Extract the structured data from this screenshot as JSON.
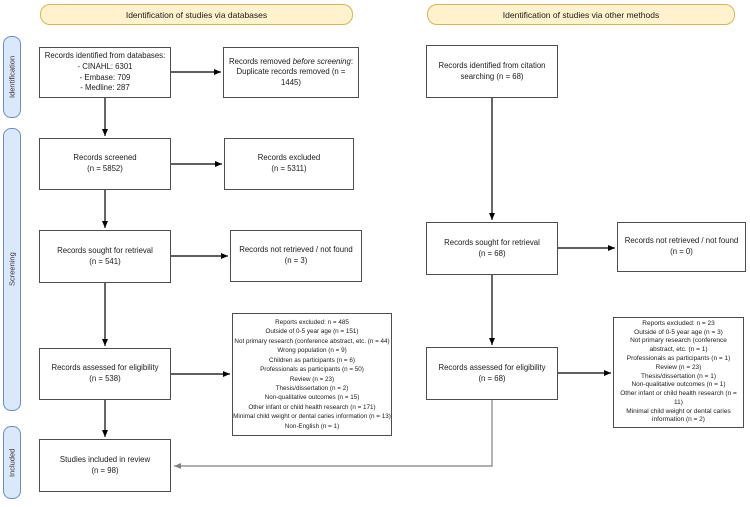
{
  "colors": {
    "header-bg": "#fff2cc",
    "header-border": "#d6b656",
    "sidebar-bg": "#dae8fc",
    "sidebar-border": "#6c8ebf",
    "box-bg": "#ffffff",
    "box-border": "#4d4d4d",
    "arrow-black": "#000000",
    "arrow-gray": "#808080",
    "text": "#1a1a1a"
  },
  "headers": {
    "databases": "Identification of studies via databases",
    "other_methods": "Identification of studies via other methods"
  },
  "sidebar": {
    "identification": "Identification",
    "screening": "Screening",
    "included": "Included"
  },
  "databases_flow": {
    "records_identified": [
      "Records identified from databases:",
      "- CINAHL: 6301",
      "- Embase: 709",
      "- Medline: 287"
    ],
    "records_removed": {
      "prefix": "Records removed ",
      "italic": "before screening",
      "rest": ": Duplicate records removed (n = 1445)"
    },
    "records_screened": [
      "Records screened",
      "(n = 5852)"
    ],
    "records_excluded": [
      "Records excluded",
      "(n = 5311)"
    ],
    "records_sought": [
      "Records sought for retrieval",
      "(n = 541)"
    ],
    "records_not_retrieved": [
      "Records not retrieved / not found",
      "(n = 3)"
    ],
    "records_assessed": [
      "Records assessed for eligibility",
      "(n = 538)"
    ],
    "reports_excluded": [
      "Reports excluded: n = 485",
      "Outside of 0-5 year age (n = 151)",
      "Not primary research (conference abstract, etc. (n = 44)",
      "Wrong population (n = 9)",
      "Children as participants (n = 6)",
      "Professionals as participants (n = 50)",
      "Review (n = 23)",
      "Thesis/dissertation (n = 2)",
      "Non-qualitative outcomes (n = 15)",
      "Other infant or child health research (n = 171)",
      "Minimal child weight or dental caries information (n = 13)",
      "Non-English (n = 1)"
    ]
  },
  "other_methods_flow": {
    "records_identified": [
      "Records identified from citation",
      "searching (n = 68)"
    ],
    "records_sought": [
      "Records sought for retrieval",
      "(n = 68)"
    ],
    "records_not_retrieved": [
      "Records not retrieved / not found",
      "(n = 0)"
    ],
    "records_assessed": [
      "Records assessed for eligibility",
      "(n = 68)"
    ],
    "reports_excluded": [
      "Reports excluded: n = 23",
      "Outside of 0-5 year age (n = 3)",
      "Not primary research (conference abstract, etc. (n = 1)",
      "Professionals as participants (n = 1)",
      "Review (n = 23)",
      "Thesis/dissertation (n = 1)",
      "Non-qualitative outcomes (n = 1)",
      "Other infant or child health research (n = 11)",
      "Minimal child weight or dental caries information (n = 2)"
    ]
  },
  "included_flow": {
    "studies_included": [
      "Studies included in review",
      "(n = 98)"
    ]
  }
}
